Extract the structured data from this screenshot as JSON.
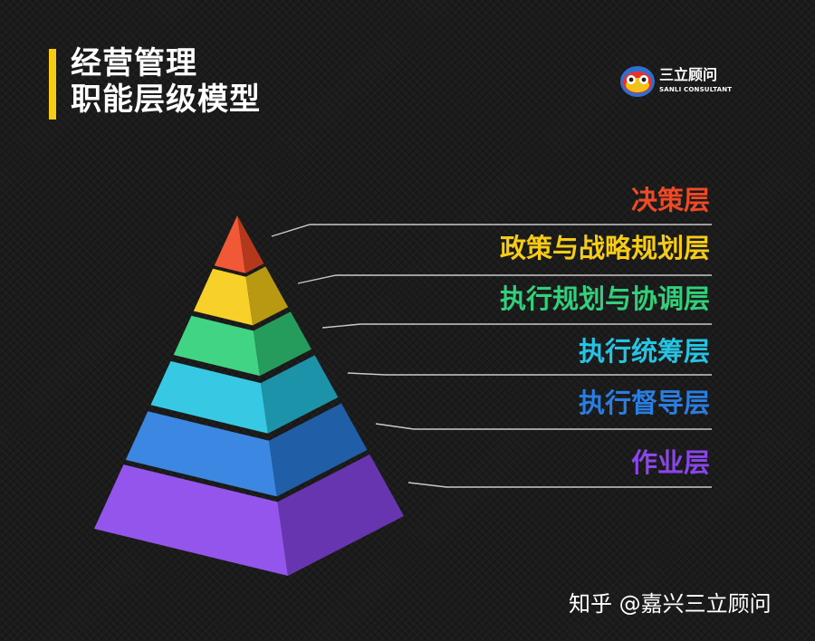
{
  "title": {
    "line1": "经营管理",
    "line2": "职能层级模型",
    "accent_color": "#f6cc17"
  },
  "logo": {
    "name_cn": "三立顾问",
    "name_en": "SANLI CONSULTANT"
  },
  "layers": [
    {
      "label": "决策层",
      "color": "#ef4a25"
    },
    {
      "label": "政策与战略规划层",
      "color": "#f6cc17"
    },
    {
      "label": "执行规划与协调层",
      "color": "#32d07a"
    },
    {
      "label": "执行统筹层",
      "color": "#26c4e2"
    },
    {
      "label": "执行督导层",
      "color": "#2b7de0"
    },
    {
      "label": "作业层",
      "color": "#8a46ea"
    }
  ],
  "watermark": "知乎 @嘉兴三立顾问"
}
